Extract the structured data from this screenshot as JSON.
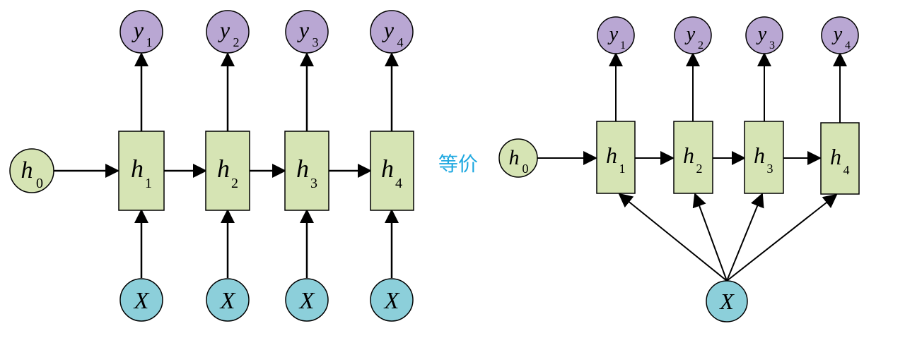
{
  "colors": {
    "output_fill": "#b9a7d3",
    "hidden_fill": "#d6e4b4",
    "input_fill": "#8ccfda",
    "h0_fill": "#d6e4b4",
    "stroke": "#000000",
    "equiv_text": "#1ea8e0"
  },
  "equivalence_label": "等价",
  "left_diagram": {
    "initial_state": {
      "var": "h",
      "sub": "0"
    },
    "hidden": [
      {
        "var": "h",
        "sub": "1"
      },
      {
        "var": "h",
        "sub": "2"
      },
      {
        "var": "h",
        "sub": "3"
      },
      {
        "var": "h",
        "sub": "4"
      }
    ],
    "outputs": [
      {
        "var": "y",
        "sub": "1"
      },
      {
        "var": "y",
        "sub": "2"
      },
      {
        "var": "y",
        "sub": "3"
      },
      {
        "var": "y",
        "sub": "4"
      }
    ],
    "inputs": [
      {
        "var": "X"
      },
      {
        "var": "X"
      },
      {
        "var": "X"
      },
      {
        "var": "X"
      }
    ]
  },
  "right_diagram": {
    "initial_state": {
      "var": "h",
      "sub": "0"
    },
    "hidden": [
      {
        "var": "h",
        "sub": "1"
      },
      {
        "var": "h",
        "sub": "2"
      },
      {
        "var": "h",
        "sub": "3"
      },
      {
        "var": "h",
        "sub": "4"
      }
    ],
    "outputs": [
      {
        "var": "y",
        "sub": "1"
      },
      {
        "var": "y",
        "sub": "2"
      },
      {
        "var": "y",
        "sub": "3"
      },
      {
        "var": "y",
        "sub": "4"
      }
    ],
    "input": {
      "var": "X"
    }
  }
}
